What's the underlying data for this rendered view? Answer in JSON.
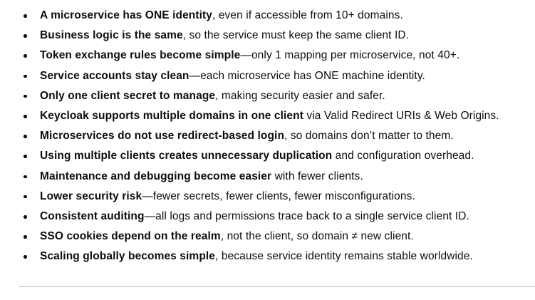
{
  "page": {
    "background": "#ffffff",
    "text_color": "#0d0d0d",
    "divider_color": "#d6d6d6",
    "bullet_icon": "disc"
  },
  "list": {
    "items": [
      {
        "bold": "A microservice has ONE identity",
        "rest": ", even if accessible from 10+ domains."
      },
      {
        "bold": "Business logic is the same",
        "rest": ", so the service must keep the same client ID."
      },
      {
        "bold": "Token exchange rules become simple",
        "rest": "—only 1 mapping per microservice, not 40+."
      },
      {
        "bold": "Service accounts stay clean",
        "rest": "—each microservice has ONE machine identity."
      },
      {
        "bold": "Only one client secret to manage",
        "rest": ", making security easier and safer."
      },
      {
        "bold": "Keycloak supports multiple domains in one client",
        "rest": " via Valid Redirect URIs & Web Origins."
      },
      {
        "bold": "Microservices do not use redirect-based login",
        "rest": ", so domains don’t matter to them."
      },
      {
        "bold": "Using multiple clients creates unnecessary duplication",
        "rest": " and configuration overhead."
      },
      {
        "bold": "Maintenance and debugging become easier",
        "rest": " with fewer clients."
      },
      {
        "bold": "Lower security risk",
        "rest": "—fewer secrets, fewer clients, fewer misconfigurations."
      },
      {
        "bold": "Consistent auditing",
        "rest": "—all logs and permissions trace back to a single service client ID."
      },
      {
        "bold": "SSO cookies depend on the realm",
        "rest": ", not the client, so domain ≠ new client."
      },
      {
        "bold": "Scaling globally becomes simple",
        "rest": ", because service identity remains stable worldwide."
      }
    ]
  }
}
